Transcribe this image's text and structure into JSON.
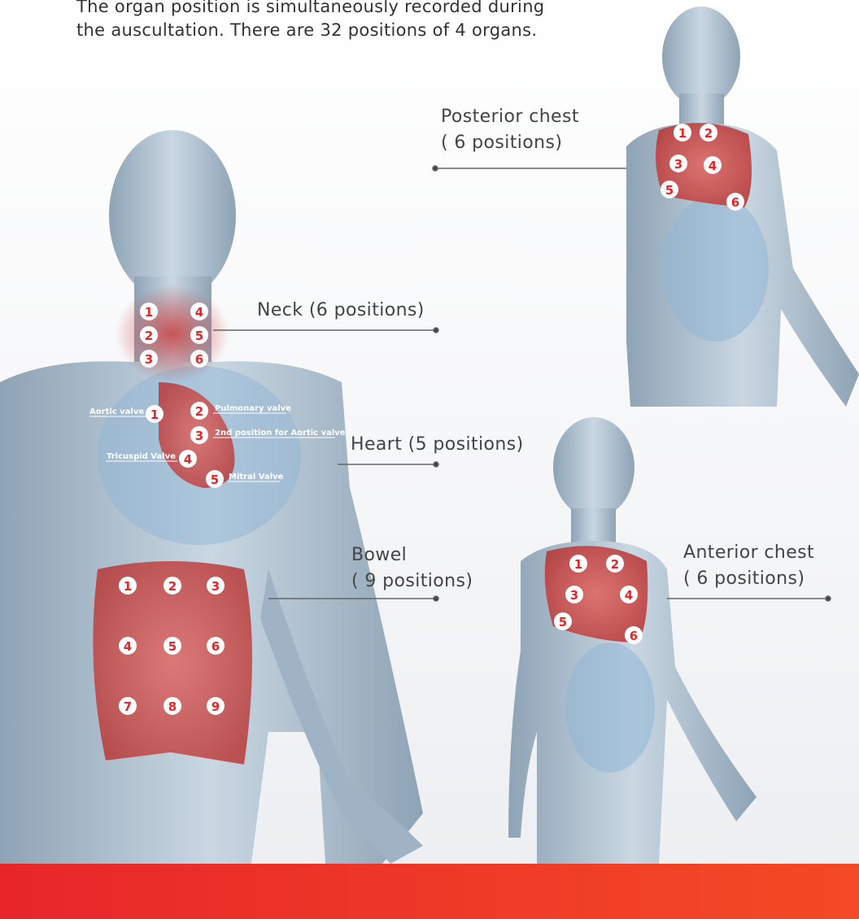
{
  "intro": "The organ position is simultaneously recorded during the auscultation. There are 32 positions of 4 organs.",
  "labels": {
    "posterior_title": "Posterior chest",
    "posterior_count": "( 6  positions)",
    "neck": "Neck (6 positions)",
    "heart": "Heart (5 positions)",
    "bowel_title": "Bowel",
    "bowel_count": "( 9 positions)",
    "anterior_title": "Anterior chest",
    "anterior_count": "( 6  positions)"
  },
  "heart_points": {
    "aortic": "Aortic valve",
    "pulmonary": "Pulmonary valve",
    "aortic2": "2nd position for Aortic valve",
    "tricuspid": "Tricuspid Valve",
    "mitral": "Mitral Valve"
  },
  "markers": {
    "neck": [
      "1",
      "2",
      "3",
      "4",
      "5",
      "6"
    ],
    "heart": [
      "1",
      "2",
      "3",
      "4",
      "5"
    ],
    "bowel": [
      "1",
      "2",
      "3",
      "4",
      "5",
      "6",
      "7",
      "8",
      "9"
    ],
    "posterior": [
      "1",
      "2",
      "3",
      "4",
      "5",
      "6"
    ],
    "anterior": [
      "1",
      "2",
      "3",
      "4",
      "5",
      "6"
    ]
  },
  "colors": {
    "accent": "#e8262a",
    "body": "#a9bccb",
    "organ": "#d24a4a"
  }
}
